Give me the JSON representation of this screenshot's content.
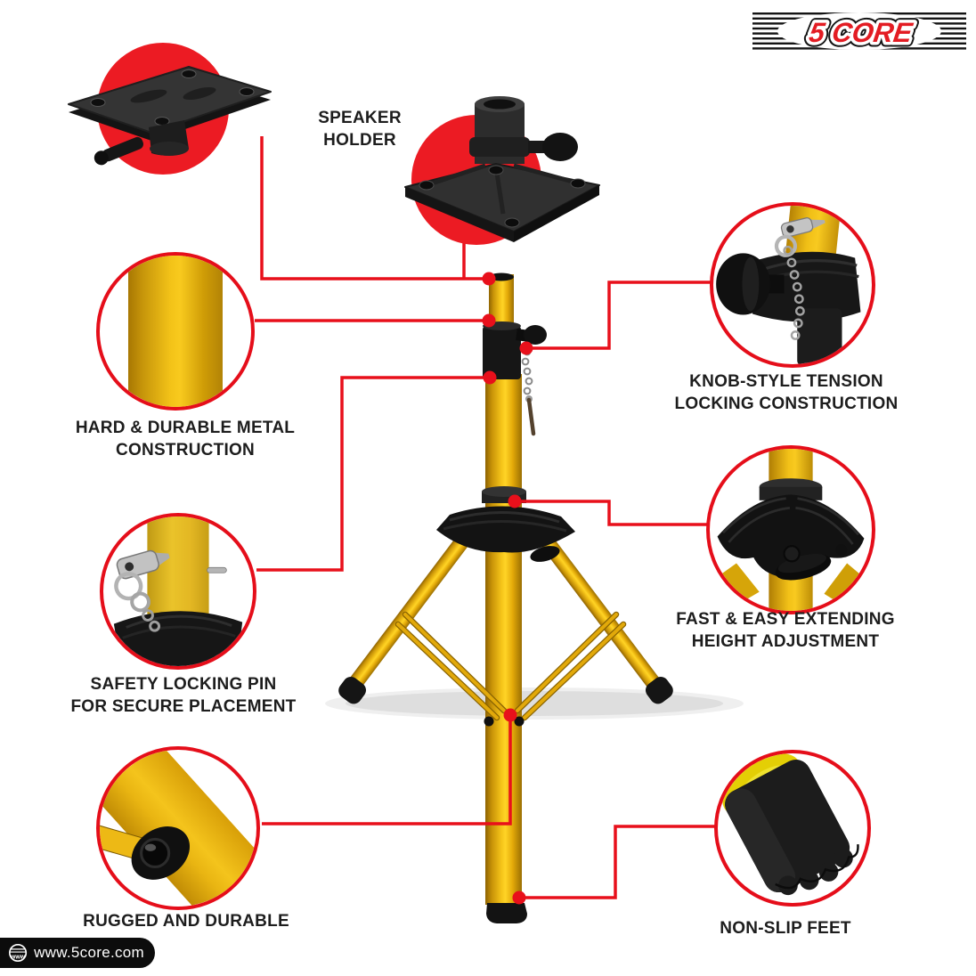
{
  "brand": {
    "logo_text": "5 CORE",
    "website": "www.5core.com",
    "website_icon": "globe-www-icon"
  },
  "palette": {
    "accent_red": "#EC1B23",
    "callout_line_red": "#E8101B",
    "stand_gold": "#F2BA0F",
    "ink": "#1D1D1D",
    "hardware_black": "#141414",
    "background": "#FFFFFF"
  },
  "callouts": {
    "speaker_holder": {
      "icon": "speaker-holder-photo",
      "lines": [
        "SPEAKER",
        "HOLDER"
      ]
    },
    "hard_metal": {
      "icon": "metal-pole-photo",
      "lines": [
        "HARD & DURABLE METAL",
        "CONSTRUCTION"
      ]
    },
    "safety_pin": {
      "icon": "locking-pin-photo",
      "lines": [
        "SAFETY LOCKING PIN",
        "FOR SECURE PLACEMENT"
      ]
    },
    "rugged": {
      "icon": "leg-joint-photo",
      "lines": [
        "RUGGED AND DURABLE"
      ]
    },
    "knob_tension": {
      "icon": "tension-knob-photo",
      "lines": [
        "KNOB-STYLE TENSION",
        "LOCKING CONSTRUCTION"
      ]
    },
    "height_adjust": {
      "icon": "tripod-hub-photo",
      "lines": [
        "FAST & EASY EXTENDING",
        "HEIGHT ADJUSTMENT"
      ]
    },
    "non_slip": {
      "icon": "rubber-foot-photo",
      "lines": [
        "NON-SLIP FEET"
      ]
    }
  }
}
